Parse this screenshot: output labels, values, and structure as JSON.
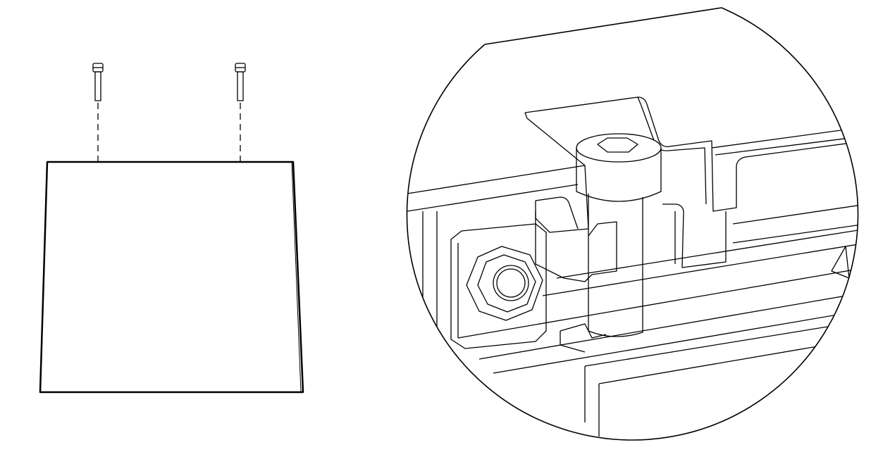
{
  "drawing": {
    "style": "technical line drawing",
    "colors": {
      "line": "#000000",
      "background": "#ffffff"
    },
    "left_view": {
      "parts": [
        "screw",
        "screw",
        "cover-panel"
      ],
      "screw_count": 2
    },
    "right_view": {
      "type": "circular detail view",
      "parts": [
        "socket-head-cap-screw",
        "hex-bolt",
        "bracket",
        "rail"
      ]
    }
  }
}
